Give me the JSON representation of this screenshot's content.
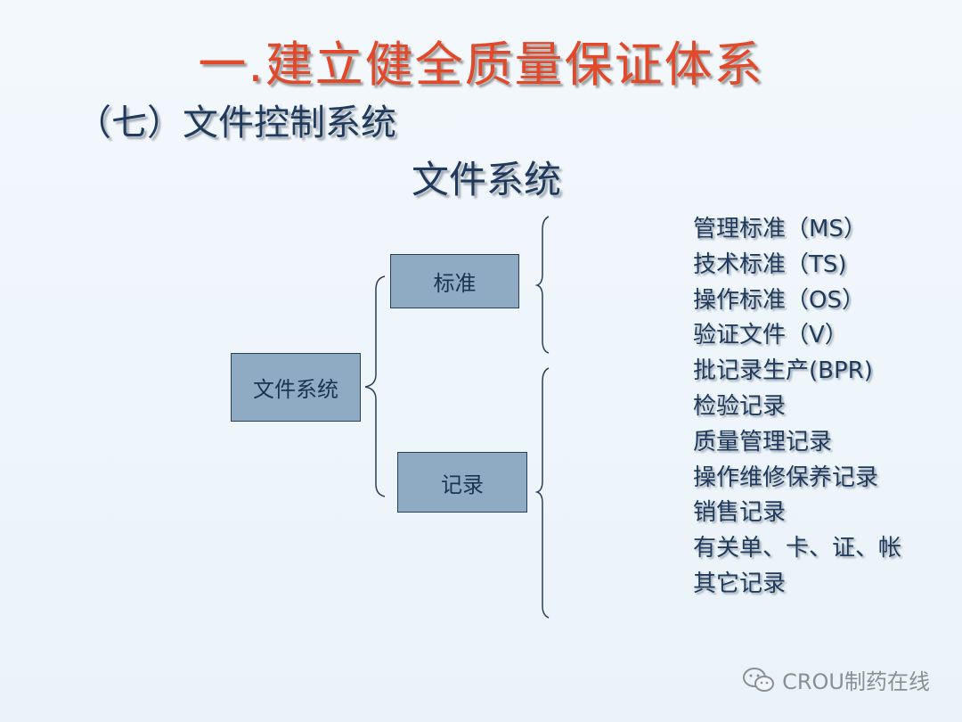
{
  "title": "一.建立健全质量保证体系",
  "subtitle": "（七）文件控制系统",
  "diagram_title": "文件系统",
  "nodes": {
    "root": "文件系统",
    "standard": "标准",
    "record": "记录"
  },
  "items": [
    "管理标准（MS）",
    "技术标准（TS)",
    "操作标准（OS）",
    "验证文件（V）",
    "批记录生产(BPR)",
    "检验记录",
    "质量管理记录",
    "操作维修保养记录",
    "销售记录",
    "有关单、卡、证、帐",
    "其它记录"
  ],
  "watermark": "CROU制药在线",
  "colors": {
    "title": "#e2482a",
    "text": "#1f3a5c",
    "box": "#8fabc3"
  }
}
